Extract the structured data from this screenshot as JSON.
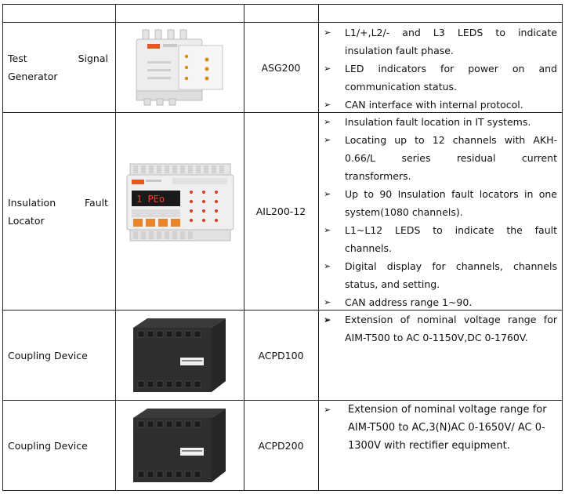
{
  "rows": [
    {
      "name": "Test Signal Generator",
      "model": "ASG200",
      "image": "test-signal-generator-photo",
      "bullets": [
        "L1/+,L2/- and L3 LEDS to indicate insulation fault phase.",
        "LED indicators for power on and communication status.",
        "CAN interface with internal protocol."
      ]
    },
    {
      "name": "Insulation Fault Locator",
      "model": "AIL200-12",
      "image": "insulation-fault-locator-photo",
      "bullets": [
        "Insulation fault location in IT systems.",
        "Locating up to 12 channels with AKH-0.66/L series residual current transformers.",
        "Up to 90 Insulation fault locators in one system(1080 channels).",
        "L1~L12 LEDS to indicate the fault channels.",
        "Digital display for channels, channels status, and setting.",
        "CAN address range 1~90.",
        ""
      ]
    },
    {
      "name": "Coupling Device",
      "model": "ACPD100",
      "image": "coupling-device-photo",
      "bullets": [
        "Extension of nominal voltage range for AIM-T500 to AC 0-1150V,DC 0-1760V."
      ]
    },
    {
      "name": "Coupling Device",
      "model": "ACPD200",
      "image": "coupling-device-photo",
      "bullets": [
        "Extension of nominal voltage range for AIM-T500 to AC,3(N)AC 0-1650V/ AC 0-1300V with rectifier equipment."
      ]
    }
  ],
  "icons": {
    "bullet": "right-arrow-bullet-icon"
  }
}
